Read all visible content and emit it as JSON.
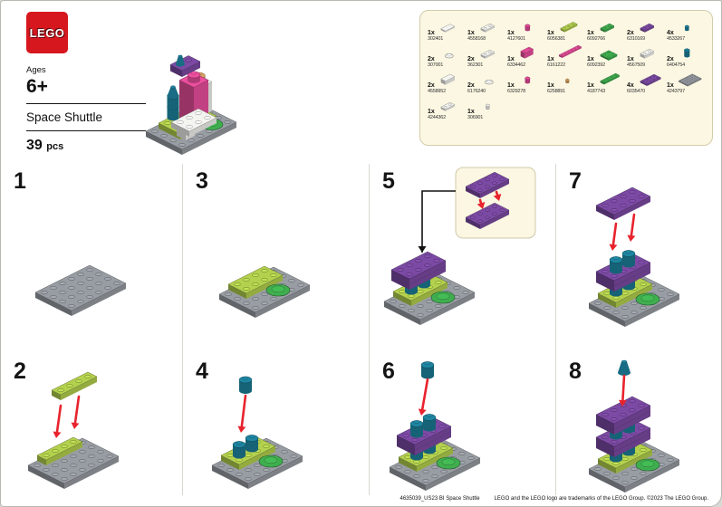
{
  "document": {
    "logo_text": "LEGO",
    "header": {
      "ages_label": "Ages",
      "ages_value": "6+",
      "title": "Space Shuttle",
      "pieces_count": "39",
      "pieces_unit": "pcs"
    },
    "footer": {
      "id_text": "4635039_US23 BI Space Shuttle",
      "legal_text": "LEGO and the LEGO logo are trademarks of the LEGO Group. ©2023 The LEGO Group."
    }
  },
  "steps": [
    {
      "number": "1"
    },
    {
      "number": "2"
    },
    {
      "number": "3"
    },
    {
      "number": "4"
    },
    {
      "number": "5"
    },
    {
      "number": "6"
    },
    {
      "number": "7"
    },
    {
      "number": "8"
    }
  ],
  "parts_list": {
    "rows": [
      [
        {
          "qty": "1x",
          "id": "302401",
          "shape": "tile-2x1",
          "color": "white"
        },
        {
          "qty": "1x",
          "id": "4558168",
          "shape": "plate-2x1",
          "color": "white"
        },
        {
          "qty": "1x",
          "id": "4127601",
          "shape": "round-1x1",
          "color": "pink"
        },
        {
          "qty": "1x",
          "id": "6056381",
          "shape": "plate-3x1",
          "color": "lime"
        },
        {
          "qty": "1x",
          "id": "6092766",
          "shape": "plate-2x1",
          "color": "green"
        },
        {
          "qty": "2x",
          "id": "6310169",
          "shape": "plate-2x1",
          "color": "purple"
        },
        {
          "qty": "4x",
          "id": "4533267",
          "shape": "round-small",
          "color": "teal"
        }
      ],
      [
        {
          "qty": "2x",
          "id": "307001",
          "shape": "dish",
          "color": "white"
        },
        {
          "qty": "2x",
          "id": "362301",
          "shape": "plate-2x1",
          "color": "white"
        },
        {
          "qty": "1x",
          "id": "6334462",
          "shape": "brick-2x1",
          "color": "pink"
        },
        {
          "qty": "1x",
          "id": "6161222",
          "shape": "plate-6x1",
          "color": "pink"
        },
        {
          "qty": "1x",
          "id": "6092392",
          "shape": "plate-2x2",
          "color": "green"
        },
        {
          "qty": "1x",
          "id": "4567509",
          "shape": "bracket",
          "color": "white"
        },
        {
          "qty": "2x",
          "id": "6404754",
          "shape": "barrel",
          "color": "teal"
        }
      ],
      [
        {
          "qty": "2x",
          "id": "4558952",
          "shape": "slope",
          "color": "white"
        },
        {
          "qty": "2x",
          "id": "6176240",
          "shape": "dish",
          "color": "white"
        },
        {
          "qty": "1x",
          "id": "6329278",
          "shape": "round-1x1",
          "color": "pink"
        },
        {
          "qty": "1x",
          "id": "6258891",
          "shape": "stud",
          "color": "tan"
        },
        {
          "qty": "1x",
          "id": "4187743",
          "shape": "plate-4x1",
          "color": "green"
        },
        {
          "qty": "4x",
          "id": "6035470",
          "shape": "plate-4x2",
          "color": "purple"
        },
        {
          "qty": "1x",
          "id": "4243797",
          "shape": "plate-6x4",
          "color": "gray"
        }
      ],
      [
        {
          "qty": "1x",
          "id": "4244362",
          "shape": "plate-2x1",
          "color": "white"
        },
        {
          "qty": "1x",
          "id": "306901",
          "shape": "round-small",
          "color": "white"
        }
      ]
    ]
  },
  "colors": {
    "gray": "#989da3",
    "lime": "#b4d14e",
    "green": "#3fae4f",
    "teal": "#1e84a0",
    "purple": "#7c4aa4",
    "pink": "#ec4f9e",
    "white": "#f4f4f0",
    "tan": "#d9a25f",
    "red": "#e8232d",
    "cream": "#fbf7e2",
    "logo_red": "#d6181e"
  }
}
